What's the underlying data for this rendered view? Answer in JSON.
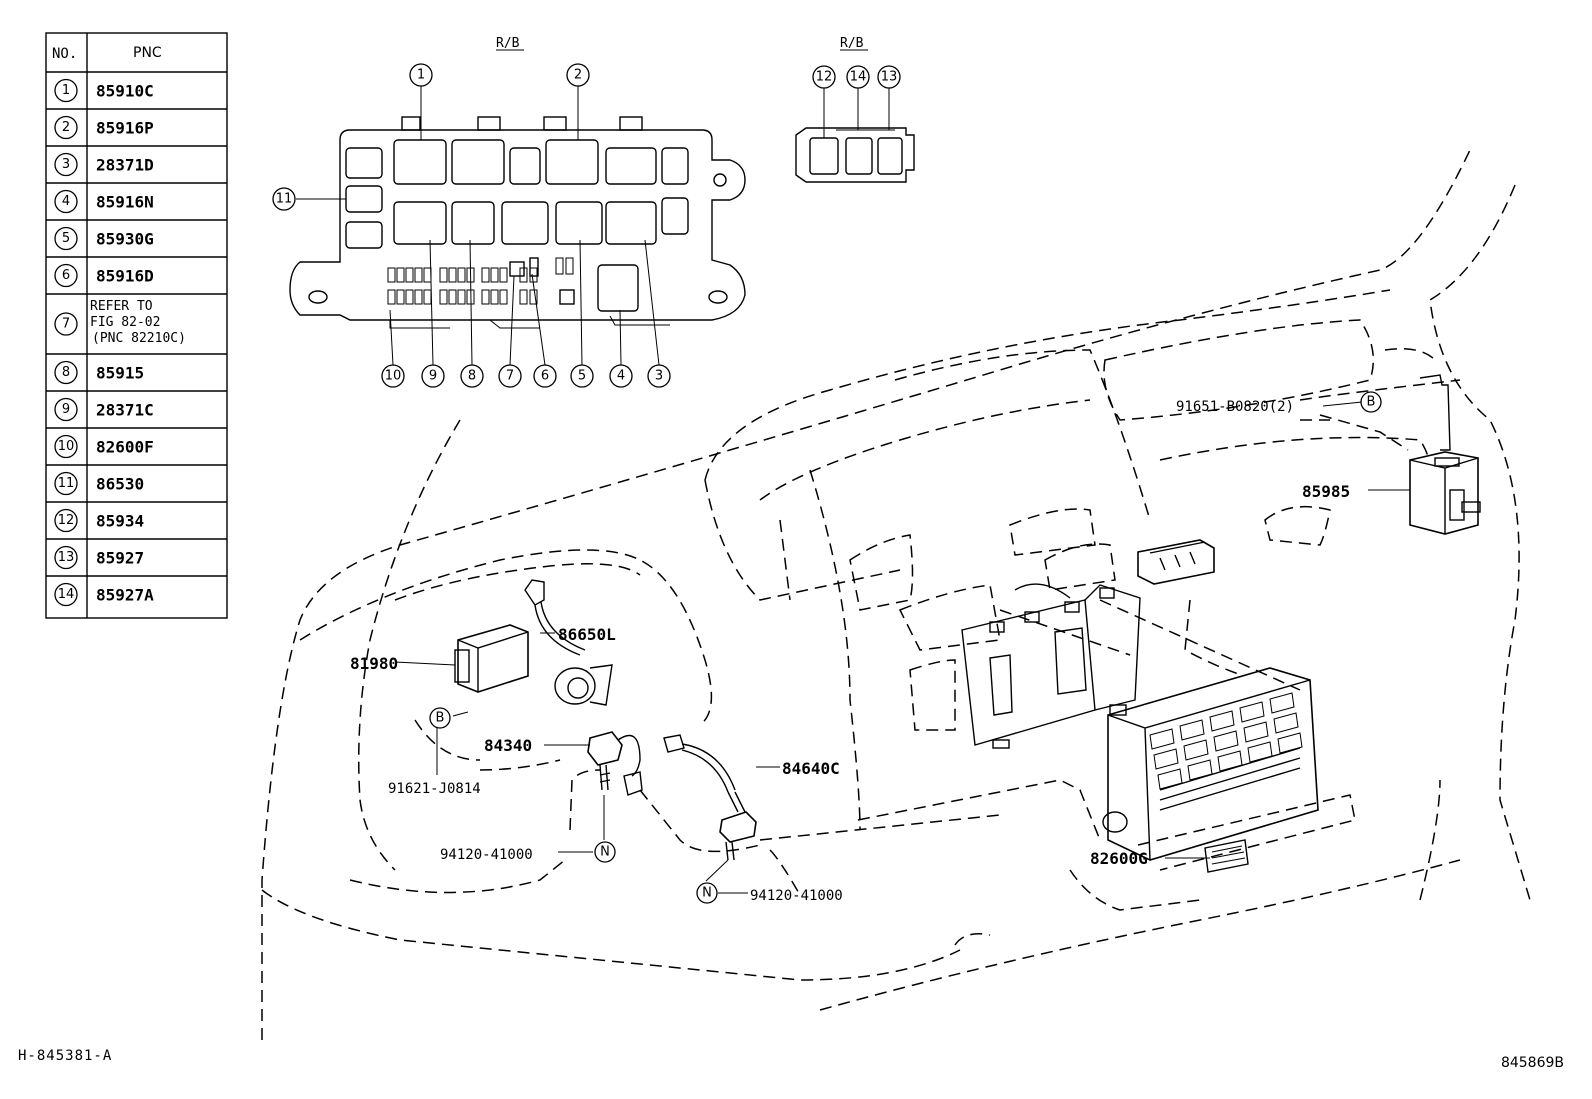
{
  "table": {
    "header_no": "NO.",
    "header_pnc": "PNC",
    "rows": [
      {
        "no": "1",
        "pnc": "85910C"
      },
      {
        "no": "2",
        "pnc": "85916P"
      },
      {
        "no": "3",
        "pnc": "28371D"
      },
      {
        "no": "4",
        "pnc": "85916N"
      },
      {
        "no": "5",
        "pnc": "85930G"
      },
      {
        "no": "6",
        "pnc": "85916D"
      },
      {
        "no": "7",
        "pnc_lines": [
          "REFER TO",
          "FIG 82-02",
          "(PNC  82210C)"
        ]
      },
      {
        "no": "8",
        "pnc": "85915"
      },
      {
        "no": "9",
        "pnc": "28371C"
      },
      {
        "no": "10",
        "pnc": "82600F"
      },
      {
        "no": "11",
        "pnc": "86530"
      },
      {
        "no": "12",
        "pnc": "85934"
      },
      {
        "no": "13",
        "pnc": "85927"
      },
      {
        "no": "14",
        "pnc": "85927A"
      }
    ]
  },
  "relay_block_main": {
    "title": "R/B",
    "top_callouts": [
      "1",
      "2"
    ],
    "side_callout": "11",
    "bottom_callouts": [
      "10",
      "9",
      "8",
      "7",
      "6",
      "5",
      "4",
      "3"
    ]
  },
  "relay_block_small": {
    "title": "R/B",
    "callouts": [
      "12",
      "14",
      "13"
    ]
  },
  "labels": {
    "p91651": "91651-B0820(2)",
    "p85985": "85985",
    "p86650L": "86650L",
    "p81980": "81980",
    "p84340": "84340",
    "p91621": "91621-J0814",
    "p84640C": "84640C",
    "p94120_a": "94120-41000",
    "p94120_b": "94120-41000",
    "p82600G": "82600G",
    "ref_b": "B",
    "ref_n": "N"
  },
  "footer": {
    "left_code": "H-845381-A",
    "right_code": "845869B"
  }
}
